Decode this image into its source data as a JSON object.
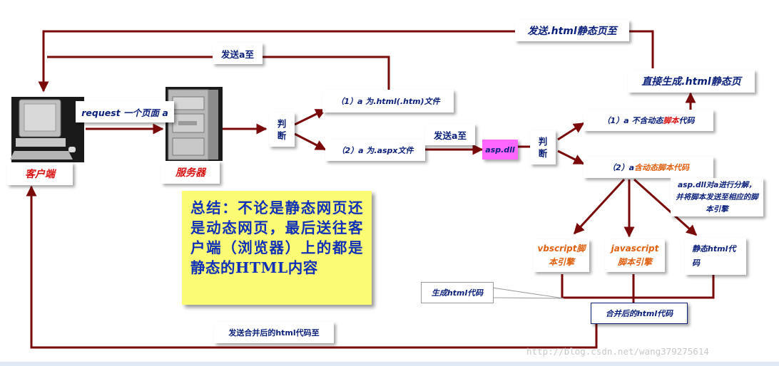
{
  "colors": {
    "edge": "#7a0a0a",
    "text": "#0a1f7a",
    "note_bg": "#fcfc74",
    "note_text": "#1030b8",
    "dll_bg": "#ff66ff",
    "red": "#d81010",
    "orange": "#e06010"
  },
  "icons": {
    "client": "computer-icon",
    "server": "server-icon"
  },
  "nodes": {
    "client_label": "客户端",
    "server_label": "服务器",
    "request": "request 一个页面 a",
    "send_a": "发送a至",
    "send_static": "发送.html静态页至",
    "judge_1": "判断",
    "judge_2": "判断",
    "a_html": "（1）a 为.html(.htm)文件",
    "a_aspx": "（2）a 为.aspx文件",
    "send_a_2": "发送a至",
    "asp_dll": "asp.dll",
    "direct_gen": "直接生成.html静态页",
    "no_script_pre": "（1）a 不含动态",
    "no_script_mid": "脚本",
    "no_script_post": "代码",
    "has_script_pre": "（2）a ",
    "has_script_mid": "含动态脚本代码",
    "dll_note": "asp.dll对a进行分解，并将脚本发送至相应的脚本引擎",
    "vbs": "vbscript脚本引擎",
    "js": "javascript脚本引擎",
    "static_code": "静态html代码",
    "gen_html": "生成html代码",
    "merged": "合并后的html代码",
    "send_merged": "发送合并后的html代码至"
  },
  "summary": "总结：不论是静态网页还是动态网页，最后送往客户端（浏览器）上的都是静态的HTML内容",
  "watermark": "http://blog.csdn.net/wang379275614"
}
